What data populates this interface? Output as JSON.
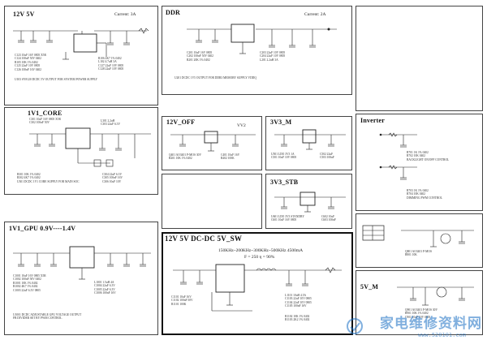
{
  "panels": {
    "p12v5v": {
      "title": "12V    5V",
      "note": "Current: 3A"
    },
    "ddr": {
      "title": "DDR",
      "note": "Current: 2A"
    },
    "v1core": {
      "title": "1V1_CORE",
      "note": ""
    },
    "v12off": {
      "title": "12V_OFF",
      "note": ""
    },
    "vv2": {
      "title": "",
      "note": "VV2"
    },
    "v3m": {
      "title": "3V3_M",
      "note": ""
    },
    "v3stb": {
      "title": "3V3_STB",
      "note": ""
    },
    "inverter": {
      "title": "Inverter",
      "note": ""
    },
    "gpu": {
      "title": "1V1_GPU 0.9V----1.4V",
      "note": ""
    },
    "dcdc": {
      "title": "12V    5V DC-DC 5V_SW",
      "note": "150KHz~200KHz~300KHz~500KHz     4500mA",
      "note2": "F = 250                    η = 90%"
    },
    "v5m": {
      "title": "5V_M",
      "note": ""
    }
  },
  "watermark": {
    "text": "家电维修资料网",
    "url": "www.520101.com"
  },
  "colors": {
    "line": "#222222",
    "watermark": "#1a6fc4"
  }
}
